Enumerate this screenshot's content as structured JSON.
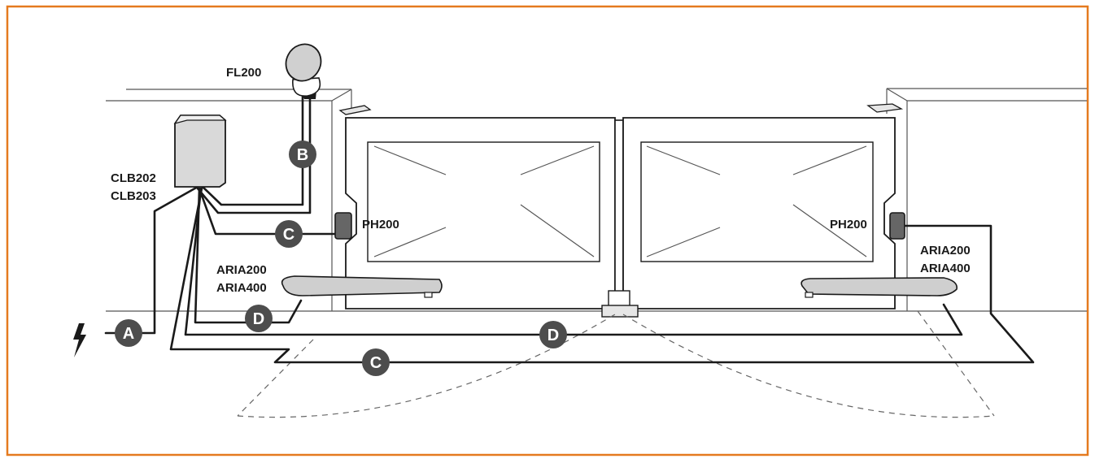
{
  "labels": {
    "flash": "FL200",
    "control_unit_1": "CLB202",
    "control_unit_2": "CLB203",
    "photocell_left": "PH200",
    "photocell_right": "PH200",
    "motor_left_1": "ARIA200",
    "motor_left_2": "ARIA400",
    "motor_right_1": "ARIA200",
    "motor_right_2": "ARIA400"
  },
  "badges": {
    "a": "A",
    "b": "B",
    "c_upper": "C",
    "c_lower": "C",
    "d_left": "D",
    "d_center": "D"
  },
  "colors": {
    "frame": "#e57a1f",
    "badge": "#4d4d4d",
    "ink": "#1a1a1a",
    "control_box": "#d9d9d9",
    "motor": "#cfcfcf"
  },
  "icons": {
    "power": "lightning-bolt-icon"
  }
}
